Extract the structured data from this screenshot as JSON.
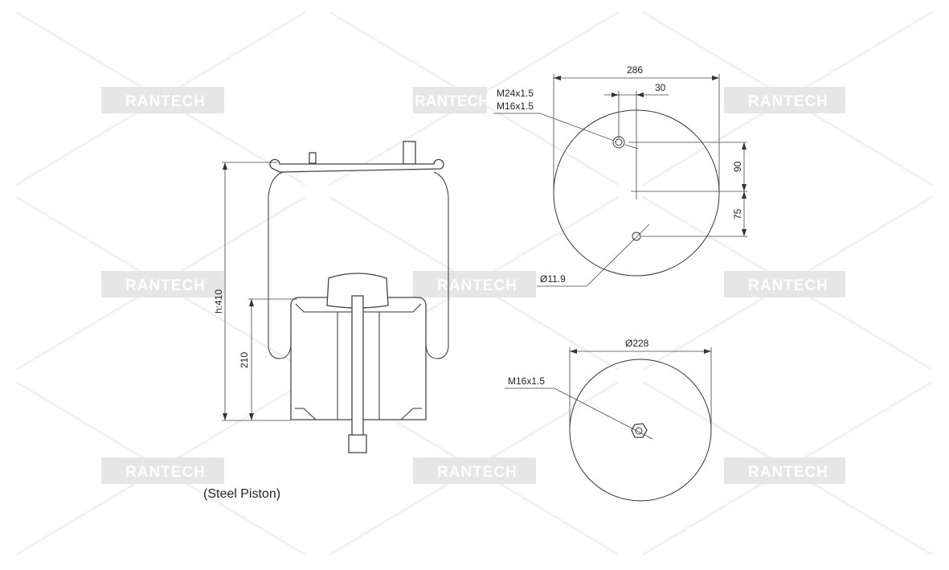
{
  "watermark": "RANTECH",
  "side_view": {
    "height_label": "h:410",
    "piston_height_label": "210",
    "caption": "(Steel Piston)"
  },
  "top_view": {
    "diameter_label": "286",
    "offset_label": "30",
    "thread_label_1": "M24x1.5",
    "thread_label_2": "M16x1.5",
    "dim_90_label": "90",
    "dim_75_label": "75",
    "hole_label": "Ø11.9"
  },
  "bottom_view": {
    "diameter_label": "Ø228",
    "thread_label": "M16x1.5"
  }
}
